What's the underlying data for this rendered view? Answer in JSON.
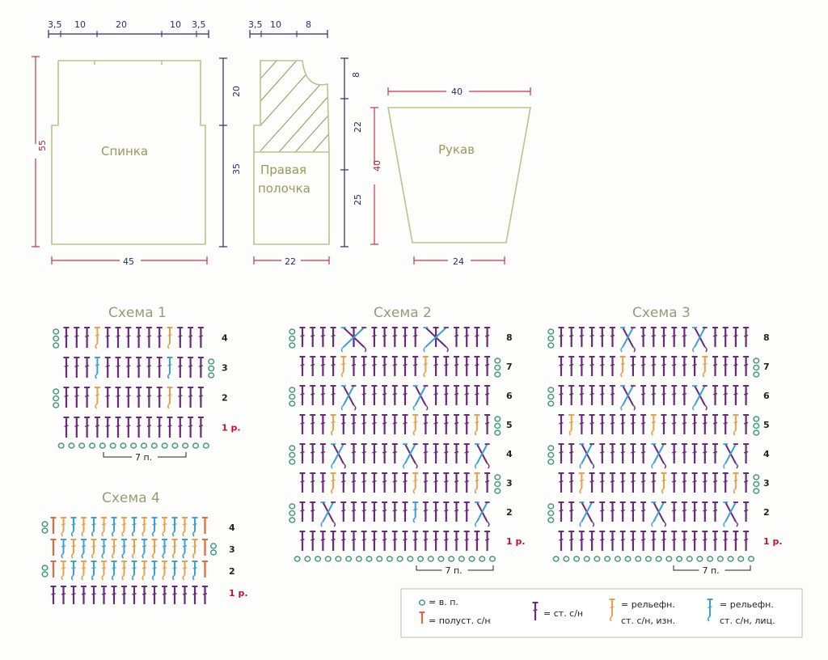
{
  "pieces": {
    "back": {
      "label": "Спинка",
      "top_dims": [
        "3,5",
        "10",
        "20",
        "10",
        "3,5"
      ],
      "height_total": "55",
      "height_upper": "20",
      "height_lower": "35",
      "width": "45"
    },
    "front": {
      "label_line1": "Правая",
      "label_line2": "полочка",
      "top_dims": [
        "3,5",
        "10",
        "8"
      ],
      "height_neck": "8",
      "height_upper": "22",
      "height_lower": "25",
      "width": "22"
    },
    "sleeve": {
      "label": "Рукав",
      "top_width": "40",
      "height": "40",
      "bottom_width": "24"
    }
  },
  "schemes": [
    {
      "title": "Схема 1",
      "rows": [
        "1 р.",
        "2",
        "3",
        "4"
      ],
      "repeat": "7 п."
    },
    {
      "title": "Схема 2",
      "rows": [
        "1 р.",
        "2",
        "3",
        "4",
        "5",
        "6",
        "7",
        "8"
      ],
      "repeat": "7 п."
    },
    {
      "title": "Схема 3",
      "rows": [
        "1 р.",
        "2",
        "3",
        "4",
        "5",
        "6",
        "7",
        "8"
      ],
      "repeat": "7 п."
    },
    {
      "title": "Схема 4",
      "rows": [
        "1 р.",
        "2",
        "3",
        "4"
      ]
    }
  ],
  "legend": {
    "chain": "= в. п.",
    "half_dc": "= полуст. с/н",
    "dc": "= ст. с/н",
    "relief_back_line1": "= рельефн.",
    "relief_back_line2": "ст. с/н, изн.",
    "relief_front_line1": "= рельефн.",
    "relief_front_line2": "ст. с/н, лиц."
  },
  "colors": {
    "dc": "#6a2a7a",
    "chain": "#3f9a7a",
    "relief_back": "#e8a04a",
    "relief_front": "#3aa0d8",
    "half_dc": "#e06a3a",
    "dim_blue": "#2b2b6e",
    "dim_red": "#c8334a",
    "outline": "#b9c48a",
    "hatch": "#9c9c5a"
  }
}
